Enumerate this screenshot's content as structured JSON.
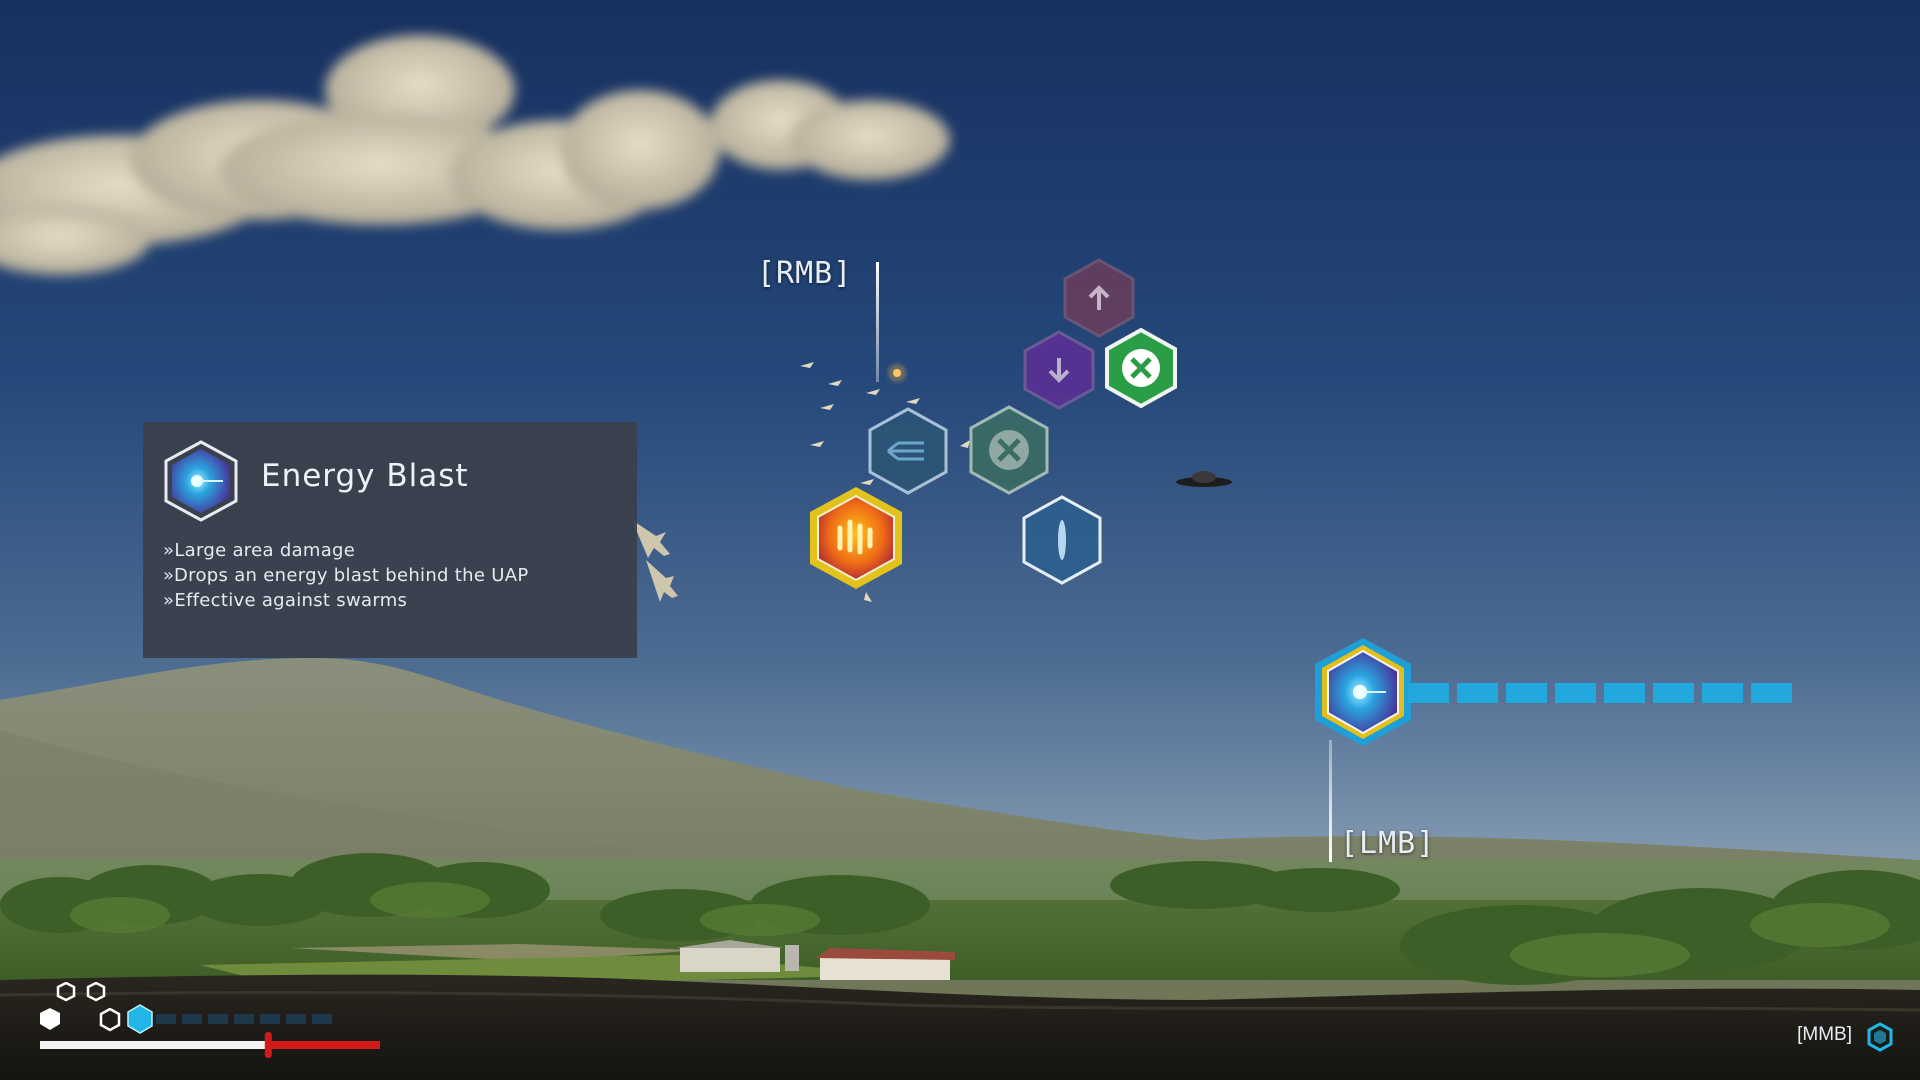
{
  "tooltip": {
    "title": "Energy Blast",
    "icon": "energy-blast-icon",
    "lines": [
      "»Large area damage",
      "»Drops an energy blast behind the UAP",
      "»Effective against swarms"
    ]
  },
  "controls": {
    "rmb_label": "[RMB]",
    "lmb_label": "[LMB]",
    "mmb_label": "[MMB]"
  },
  "ability_wheel": [
    {
      "icon": "arrow-up-icon",
      "color": "#b5424d",
      "state": "dim"
    },
    {
      "icon": "arrow-down-icon",
      "color": "#6a3ba6",
      "state": "dim"
    },
    {
      "icon": "close-icon",
      "color": "#2fae4a",
      "state": "active"
    },
    {
      "icon": "dash-icon",
      "color": "#2f5f8a",
      "state": "dim"
    },
    {
      "icon": "close-icon",
      "color": "#3f7c73",
      "state": "dim"
    },
    {
      "icon": "fire-burst-icon",
      "color": "#e05a1c",
      "state": "selected"
    },
    {
      "icon": "beam-icon",
      "color": "#2b5f8e",
      "state": "available"
    }
  ],
  "primary_weapon": {
    "icon": "energy-blast-icon",
    "charge_segments": 8,
    "charge_filled": 8,
    "color": "#22a8dc"
  },
  "status": {
    "health_fraction": 0.67,
    "health_color": "#d11a1a",
    "energy_filled": 1,
    "energy_total": 8,
    "lives_icons": [
      "hex-outline-icon",
      "hex-outline-icon",
      "hex-filled-icon",
      "hex-outline-icon"
    ]
  },
  "colors": {
    "accent_cyan": "#22a8dc",
    "accent_gold": "#e5c21a"
  }
}
